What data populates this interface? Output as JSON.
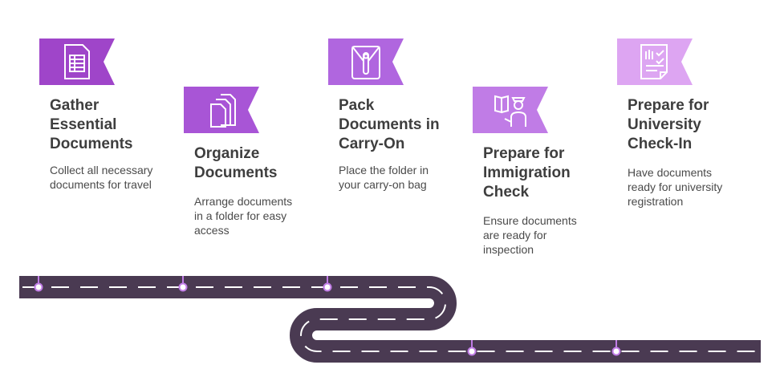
{
  "colors": {
    "road": "#4a3a52",
    "dash": "#ffffff",
    "badge": [
      "#9f45c9",
      "#a855d6",
      "#b066df",
      "#c07ce6",
      "#dda5f2"
    ],
    "marker": "#c07ce6",
    "title": "#3e3e3e",
    "desc": "#4a4a4a"
  },
  "steps": [
    {
      "icon": "document-icon",
      "title": [
        "Gather",
        "Essential",
        "Documents"
      ],
      "desc": [
        "Collect all necessary",
        "documents for travel"
      ]
    },
    {
      "icon": "documents-icon",
      "title": [
        "Organize",
        "Documents"
      ],
      "desc": [
        "Arrange documents",
        "in a folder for easy",
        "access"
      ]
    },
    {
      "icon": "envelope-folder-icon",
      "title": [
        "Pack",
        "Documents in",
        "Carry-On"
      ],
      "desc": [
        "Place the folder in",
        "your carry-on bag"
      ]
    },
    {
      "icon": "immigration-officer-icon",
      "title": [
        "Prepare for",
        "Immigration",
        "Check"
      ],
      "desc": [
        "Ensure documents",
        "are ready for",
        "inspection"
      ]
    },
    {
      "icon": "checklist-icon",
      "title": [
        "Prepare for",
        "University",
        "Check-In"
      ],
      "desc": [
        "Have documents",
        "ready for university",
        "registration"
      ]
    }
  ]
}
